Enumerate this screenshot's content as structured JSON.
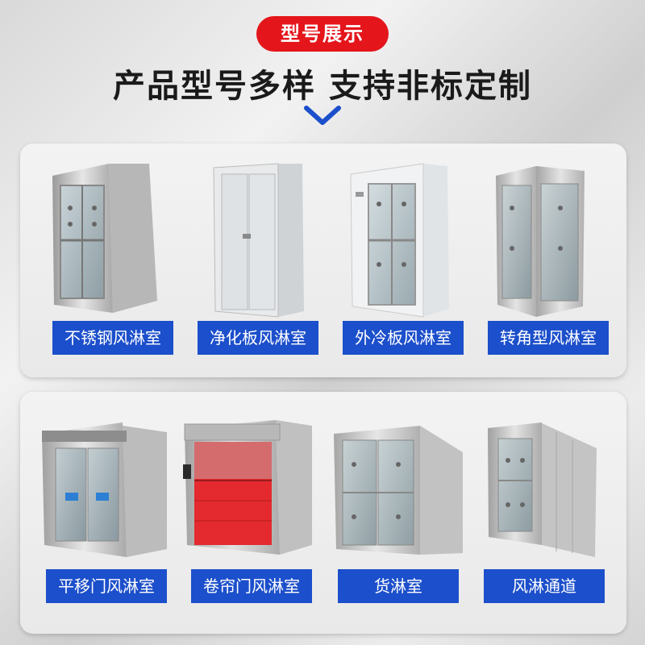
{
  "header": {
    "badge": "型号展示",
    "headline": "产品型号多样 支持非标定制"
  },
  "colors": {
    "accent_red": "#e4161b",
    "label_blue": "#1c4fcb",
    "chevron_blue": "#1c4fcb"
  },
  "top_row": [
    {
      "label": "不锈钢风淋室"
    },
    {
      "label": "净化板风淋室"
    },
    {
      "label": "外冷板风淋室"
    },
    {
      "label": "转角型风淋室"
    }
  ],
  "bottom_row": [
    {
      "label": "平移门风淋室"
    },
    {
      "label": "卷帘门风淋室"
    },
    {
      "label": "货淋室"
    },
    {
      "label": "风淋通道"
    }
  ]
}
